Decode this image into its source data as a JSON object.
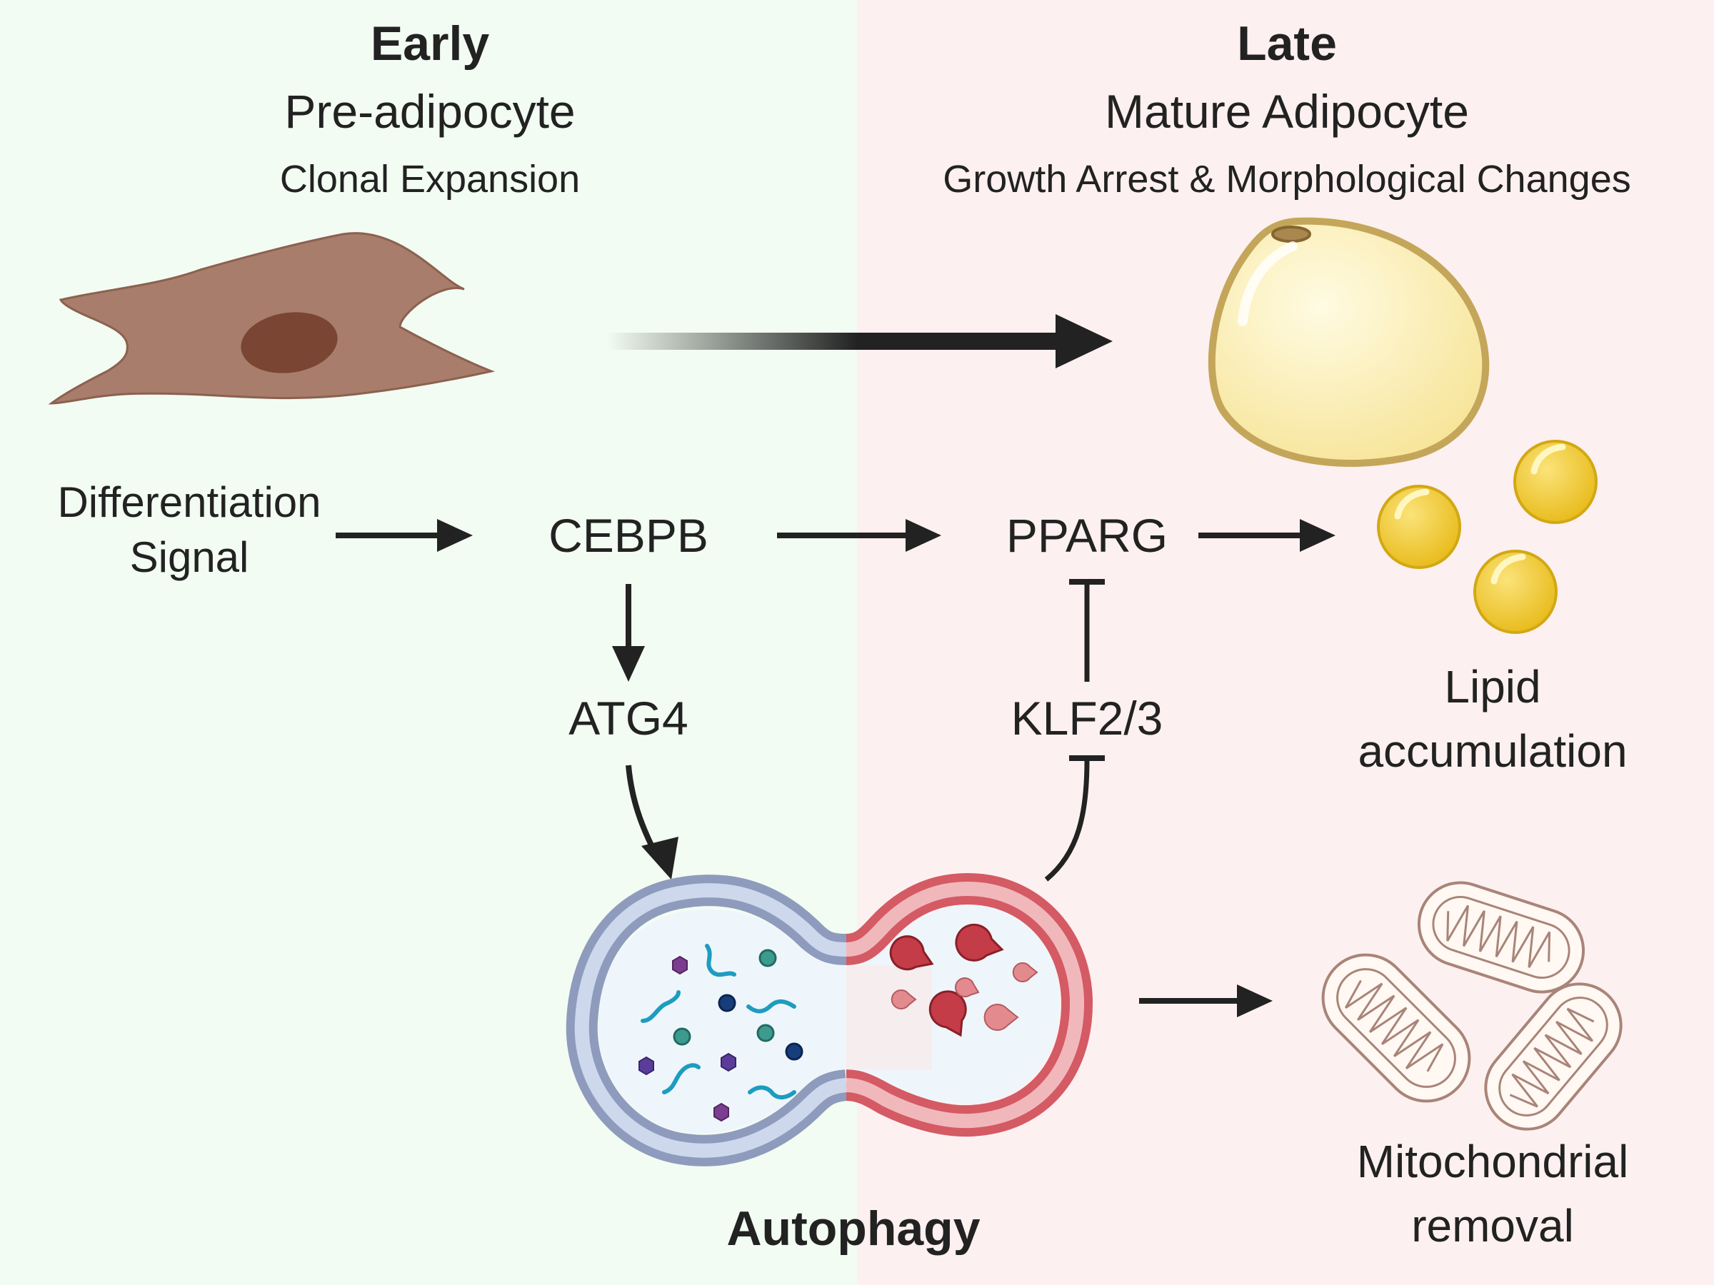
{
  "early": {
    "stage": "Early",
    "cell": "Pre-adipocyte",
    "process": "Clonal Expansion"
  },
  "late": {
    "stage": "Late",
    "cell": "Mature Adipocyte",
    "process": "Growth Arrest & Morphological Changes"
  },
  "nodes": {
    "signal_line1": "Differentiation",
    "signal_line2": "Signal",
    "cebpb": "CEBPB",
    "pparg": "PPARG",
    "atg4": "ATG4",
    "klf": "KLF2/3",
    "autophagy": "Autophagy"
  },
  "outcomes": {
    "lipid_line1": "Lipid",
    "lipid_line2": "accumulation",
    "mito_line1": "Mitochondrial",
    "mito_line2": "removal"
  },
  "colors": {
    "early_bg": "#f2fcf2",
    "late_bg": "#fdf0f0",
    "arrow": "#222222",
    "preadipocyte": "#a87d6b",
    "nucleus": "#7a4532",
    "adipocyte_fill": "#fbefad",
    "adipocyte_edge": "#c4a65a",
    "lipid_droplet": "#f2cc35",
    "autophagosome": "#8e9bbd",
    "lysosome": "#d45a64",
    "mitochondrion": "#a98478"
  }
}
